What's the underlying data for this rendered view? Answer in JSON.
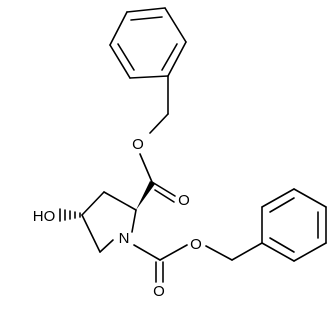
{
  "molecule": {
    "atoms": {
      "ester_O": "O",
      "carbonyl_O_upper": "O",
      "hydroxyl": "HO",
      "ring_N": "N",
      "carbonyl_O_lower": "O",
      "carbamate_O": "O"
    },
    "colors": {
      "bond": "#000000",
      "label": "#000000",
      "background": "#ffffff"
    }
  }
}
